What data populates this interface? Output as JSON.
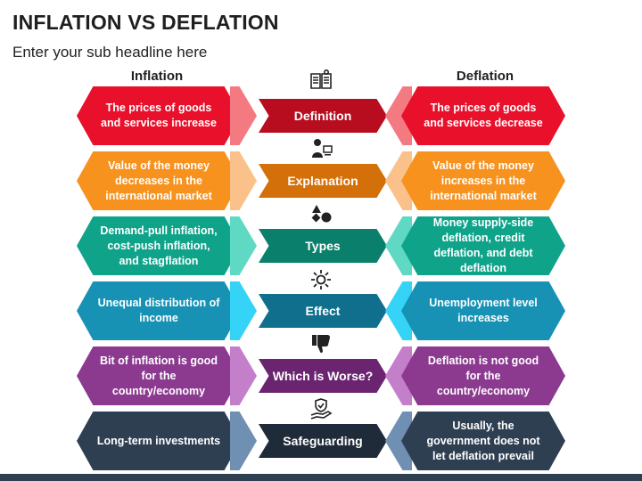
{
  "header": {
    "title": "INFLATION VS DEFLATION",
    "subtitle": "Enter your sub headline here"
  },
  "columns": {
    "left": "Inflation",
    "right": "Deflation"
  },
  "rows": [
    {
      "label": "Definition",
      "icon": "book-icon",
      "inflation": "The prices of goods and services increase",
      "deflation": "The prices of goods and services decrease",
      "color": "#e8102a",
      "chev_color": "#f47a82",
      "center_color": "#b80d1f"
    },
    {
      "label": "Explanation",
      "icon": "presenter-icon",
      "inflation": "Value of the money decreases in the international market",
      "deflation": "Value of the money increases in the international market",
      "color": "#f7921e",
      "chev_color": "#fac28a",
      "center_color": "#d4700a"
    },
    {
      "label": "Types",
      "icon": "shapes-icon",
      "inflation": "Demand-pull inflation, cost-push inflation, and stagflation",
      "deflation": "Money supply-side deflation, credit deflation, and debt deflation",
      "color": "#0fa38a",
      "chev_color": "#5fd9c3",
      "center_color": "#0a7f6b"
    },
    {
      "label": "Effect",
      "icon": "sun-icon",
      "inflation": "Unequal distribution of income",
      "deflation": "Unemployment level increases",
      "color": "#1792b5",
      "chev_color": "#35d3f5",
      "center_color": "#0f6f8c"
    },
    {
      "label": "Which is Worse?",
      "icon": "thumbs-down-icon",
      "inflation": "Bit of inflation is good for the country/economy",
      "deflation": "Deflation is not good for the country/economy",
      "color": "#8b3a8f",
      "chev_color": "#c47fcb",
      "center_color": "#6a2470"
    },
    {
      "label": "Safeguarding",
      "icon": "hand-shield-icon",
      "inflation": "Long-term investments",
      "deflation": "Usually, the government does not let deflation prevail",
      "color": "#2f3f52",
      "chev_color": "#6f8fb3",
      "center_color": "#1f2b38"
    }
  ],
  "footer": {
    "bar_color": "#2f3f52"
  }
}
